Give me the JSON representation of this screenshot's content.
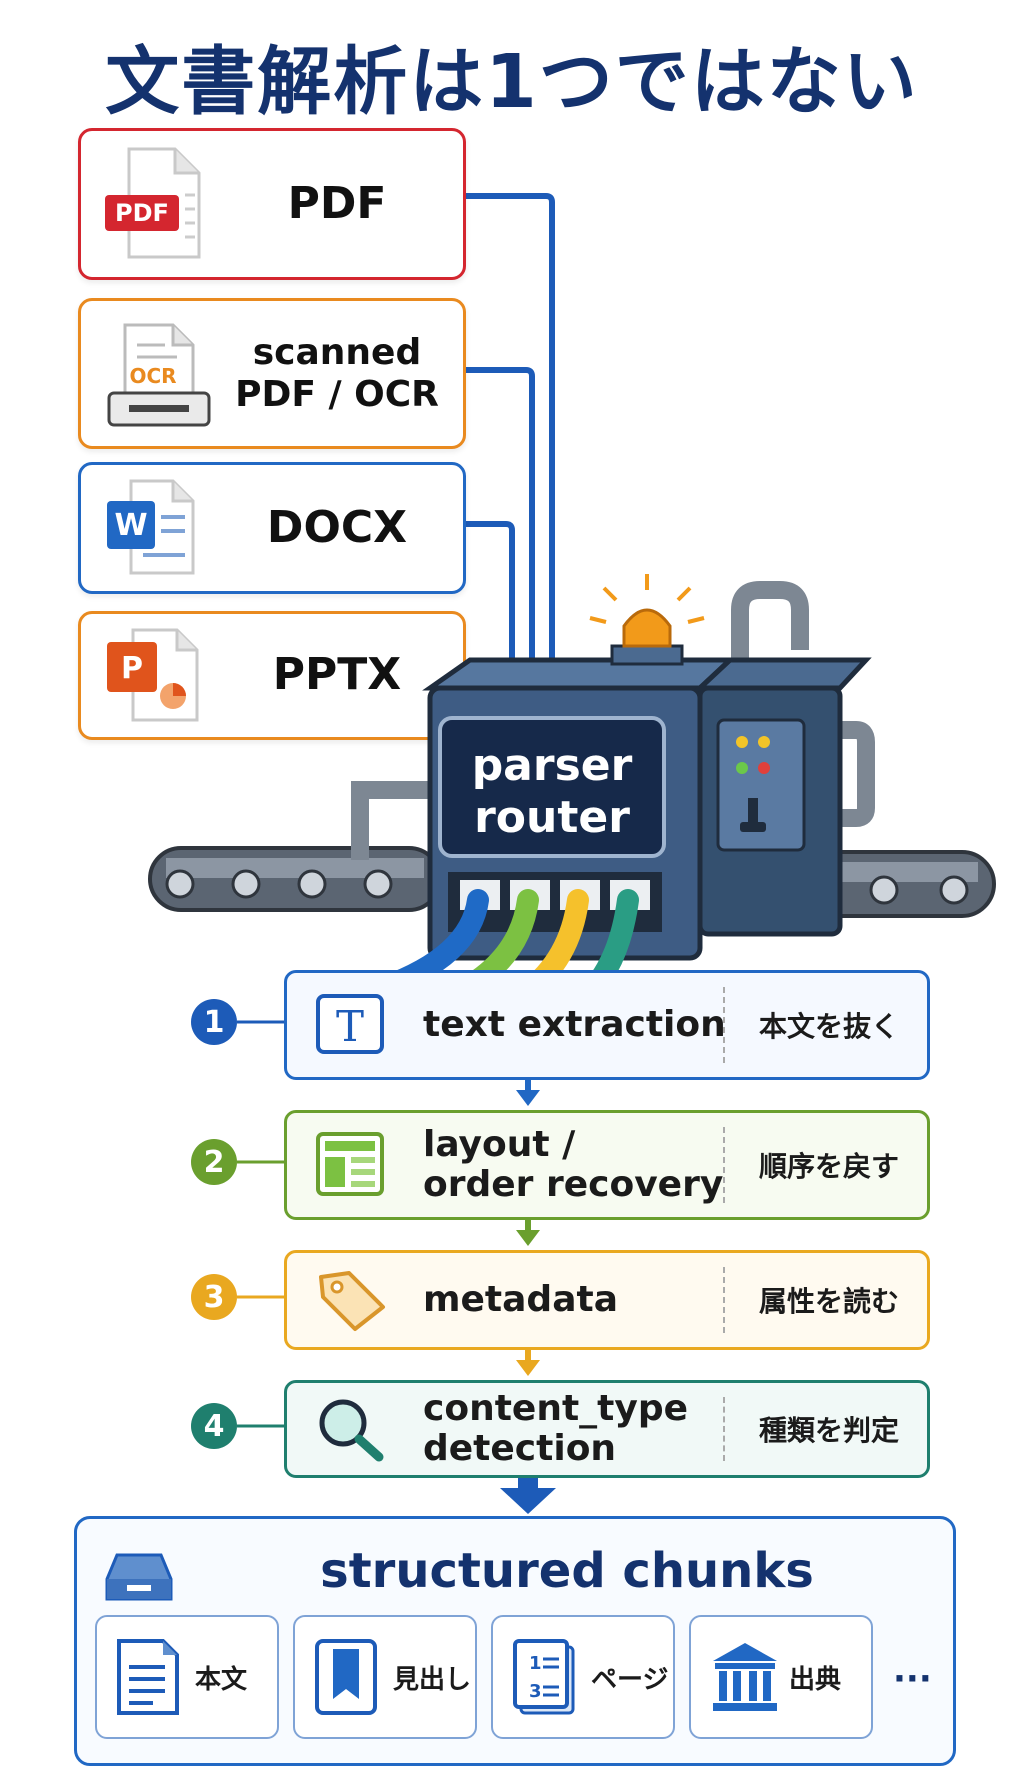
{
  "title": "文書解析は1つではない",
  "inputs": {
    "pdf": {
      "label": "PDF",
      "icon": "pdf-file-icon",
      "icon_text": "PDF",
      "color": "#d4262f"
    },
    "ocr": {
      "label": "scanned\nPDF / OCR",
      "icon": "scanner-icon",
      "icon_text": "OCR",
      "color": "#e98a1f"
    },
    "docx": {
      "label": "DOCX",
      "icon": "word-file-icon",
      "icon_text": "W",
      "color": "#2168c4"
    },
    "pptx": {
      "label": "PPTX",
      "icon": "powerpoint-file-icon",
      "icon_text": "P",
      "color": "#e98a1f"
    }
  },
  "machine": {
    "label": "parser\nrouter",
    "line1": "parser",
    "line2": "router",
    "icon": "parser-machine-icon"
  },
  "steps": [
    {
      "number": "1",
      "name": "text extraction",
      "jp": "本文を抜く",
      "icon": "text-t-icon",
      "color": "#2168c4"
    },
    {
      "number": "2",
      "name": "layout /\norder recovery",
      "jp": "順序を戻す",
      "icon": "layout-grid-icon",
      "color": "#6a9f2e"
    },
    {
      "number": "3",
      "name": "metadata",
      "jp": "属性を読む",
      "icon": "tag-icon",
      "color": "#e9a820"
    },
    {
      "number": "4",
      "name": "content_type\ndetection",
      "jp": "種類を判定",
      "icon": "magnifier-icon",
      "color": "#1f7f6e"
    }
  ],
  "output": {
    "title": "structured chunks",
    "icon": "tray-icon",
    "chunks": [
      {
        "label": "本文",
        "icon": "document-icon"
      },
      {
        "label": "見出し",
        "icon": "bookmark-icon"
      },
      {
        "label": "ページ",
        "icon": "page-number-icon"
      },
      {
        "label": "出典",
        "icon": "institution-icon"
      }
    ],
    "more": "···"
  },
  "colors": {
    "title": "#14326e",
    "arrow": "#1d5bb8",
    "machine": "#3e5c84"
  }
}
